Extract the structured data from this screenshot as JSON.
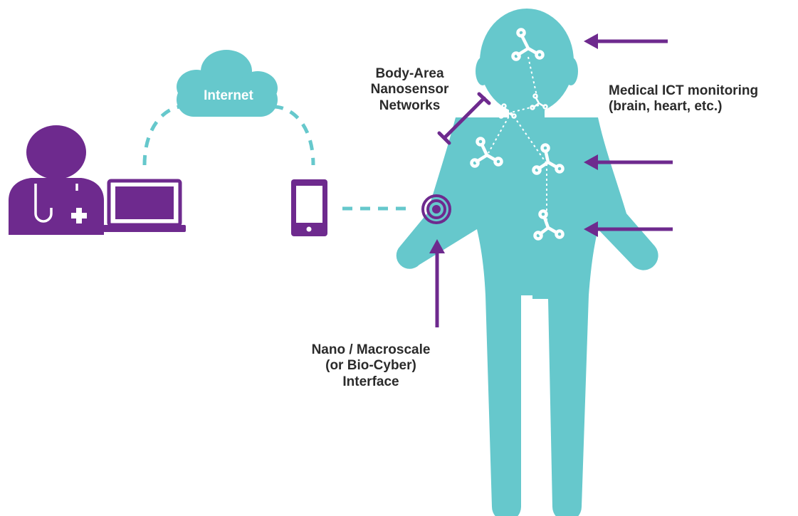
{
  "colors": {
    "teal": "#66c8cc",
    "purple": "#6e2a8e",
    "white": "#ffffff",
    "text": "#2b2b2b"
  },
  "icons": {
    "doctor": "doctor-icon",
    "laptop": "laptop-icon",
    "cloud": "cloud-icon",
    "phone": "smartphone-icon",
    "body": "human-body-silhouette",
    "node": "nanosensor-node-icon",
    "interface": "concentric-rings-icon",
    "arrow": "arrow-icon",
    "bracket": "bracket-icon"
  },
  "cloud": {
    "label": "Internet"
  },
  "labels": {
    "body_area": {
      "line1": "Body-Area",
      "line2": "Nanosensor",
      "line3": "Networks"
    },
    "interface": {
      "line1": "Nano / Macroscale",
      "line2": "(or Bio-Cyber)",
      "line3": "Interface"
    },
    "medical": {
      "line1": "Medical ICT monitoring",
      "line2": "(brain, heart, etc.)"
    }
  }
}
